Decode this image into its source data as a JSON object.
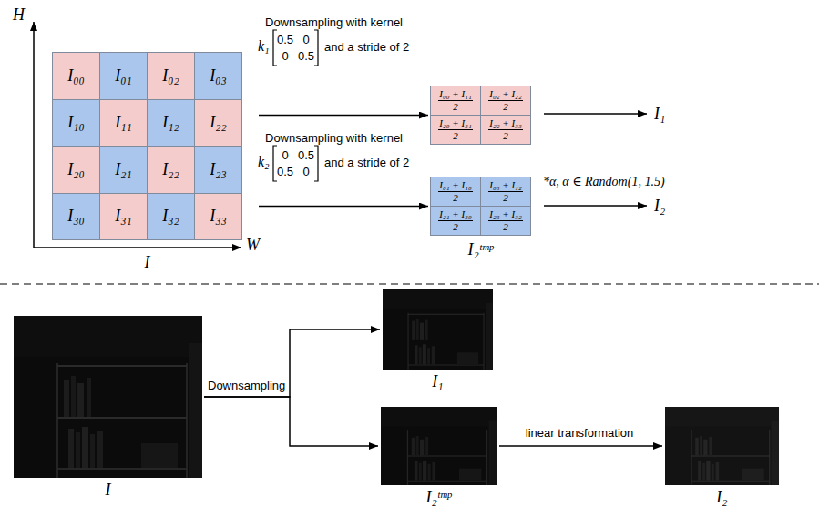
{
  "diagram": {
    "nodes": [
      {
        "text": [
          "I"
        ]
      },
      {
        "text": [
          "I₀₀"
        ],
        "in": 0
      },
      {
        "text": [
          "I₀₁"
        ],
        "in": 0
      },
      {
        "text": [
          "I₀₂"
        ],
        "in": 0
      },
      {
        "text": [
          "I₀₃"
        ],
        "in": 0
      },
      {
        "text": [
          "I₁₀"
        ],
        "in": 0
      },
      {
        "text": [
          "I₁₁"
        ],
        "in": 0
      },
      {
        "text": [
          "I₁₂"
        ],
        "in": 0
      },
      {
        "text": [
          "I₂₂"
        ],
        "in": 0
      },
      {
        "text": [
          "I₂₀"
        ],
        "in": 0
      },
      {
        "text": [
          "I₂₁"
        ],
        "in": 0
      },
      {
        "text": [
          "I₂₂"
        ],
        "in": 0
      },
      {
        "text": [
          "I₂₃"
        ],
        "in": 0
      },
      {
        "text": [
          "I₃₀"
        ],
        "in": 0
      },
      {
        "text": [
          "I₃₁"
        ],
        "in": 0
      },
      {
        "text": [
          "I₃₂"
        ],
        "in": 0
      },
      {
        "text": [
          "I₃₃"
        ],
        "in": 0
      },
      {
        "text": []
      },
      {
        "text": [
          "I₀₀ + I₁₁",
          "2"
        ],
        "in": 17
      },
      {
        "text": [
          "I₀₂ + I₂₂",
          "2"
        ],
        "in": 17
      },
      {
        "text": [
          "I₂₀ + I₃₁",
          "2"
        ],
        "in": 17
      },
      {
        "text": [
          "I₂₂ + I₃₃",
          "2"
        ],
        "in": 17
      },
      {
        "text": [
          "I₁"
        ]
      },
      {
        "text": [
          "I₂ᵗᵐᵖ"
        ]
      },
      {
        "text": [
          "I₀₁ + I₁₀",
          "2"
        ],
        "in": 23
      },
      {
        "text": [
          "I₀₃ + I₁₂",
          "2"
        ],
        "in": 23
      },
      {
        "text": [
          "I₂₁ + I₃₀",
          "2"
        ],
        "in": 23
      },
      {
        "text": [
          "I₂₃ + I₃₂",
          "2"
        ],
        "in": 23
      },
      {
        "text": [
          "I₂"
        ]
      },
      {
        "text": [
          "I"
        ]
      },
      {
        "text": [
          "I₁"
        ]
      },
      {
        "text": [
          "I₂ᵗᵐᵖ"
        ]
      },
      {
        "text": [
          "I₂"
        ]
      }
    ],
    "edges": [
      {
        "from": 0,
        "to": 17,
        "arrow": "to"
      },
      {
        "from": 17,
        "to": 22,
        "arrow": "to"
      },
      {
        "from": 0,
        "to": 23,
        "arrow": "to"
      },
      {
        "from": 23,
        "to": 28,
        "arrow": "to",
        "label": "*α, α ∈ Random(1, 1.5)"
      },
      {
        "from": 29,
        "to": 30,
        "arrow": "to"
      },
      {
        "from": 29,
        "to": 31,
        "arrow": "to"
      },
      {
        "from": 31,
        "to": 32,
        "arrow": "to",
        "label": "linear transformation"
      }
    ],
    "labels": [
      "H",
      "W",
      "Downsampling with kernel",
      "k₁",
      "0.5",
      "0",
      "0",
      "0.5",
      "and a stride of 2",
      "Downsampling with kernel",
      "k₂",
      "0",
      "0.5",
      "0.5",
      "0",
      "and a stride of 2",
      "Downsampling"
    ]
  }
}
